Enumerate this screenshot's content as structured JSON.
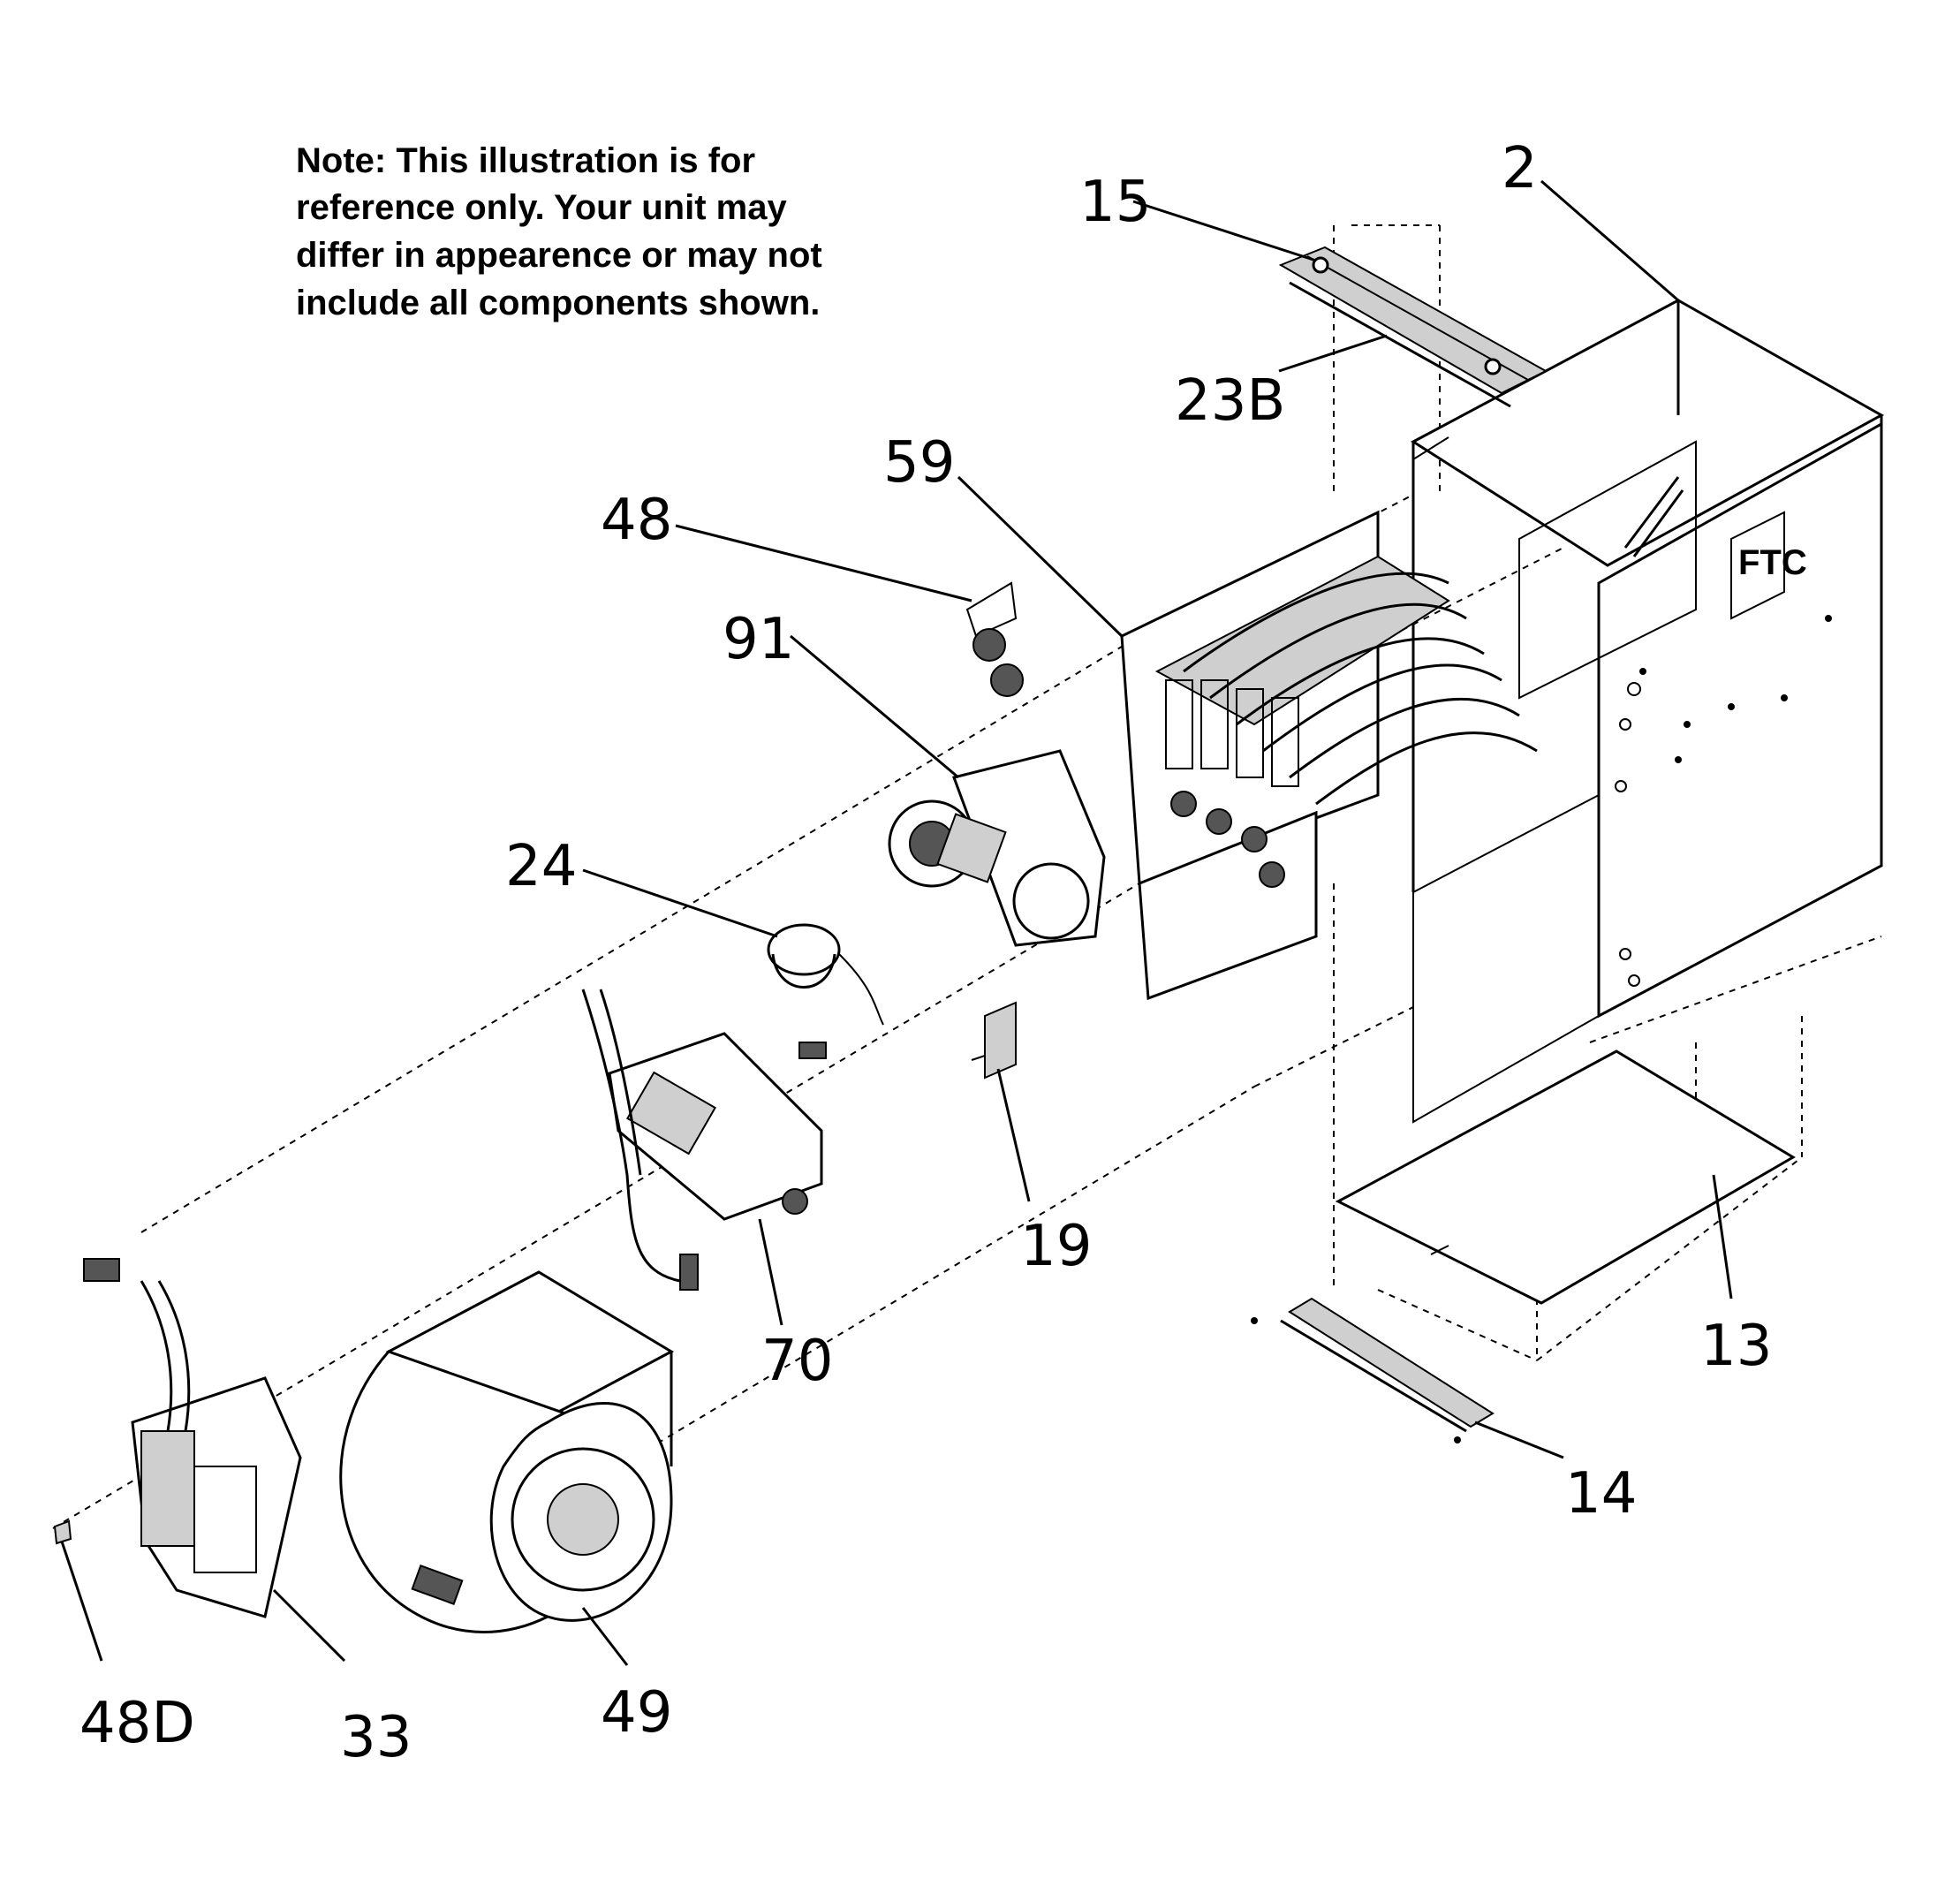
{
  "note": {
    "lines": [
      "Note: This illustration is for",
      "reference only. Your unit may",
      "differ in appearence or may not",
      "include all components shown."
    ]
  },
  "callouts": {
    "c2": "2",
    "c15": "15",
    "c23b": "23B",
    "c59": "59",
    "c48": "48",
    "c91": "91",
    "c24": "24",
    "c19": "19",
    "c70": "70",
    "c13": "13",
    "c14": "14",
    "c48d": "48D",
    "c33": "33",
    "c49": "49"
  },
  "panel_label": "FTC"
}
